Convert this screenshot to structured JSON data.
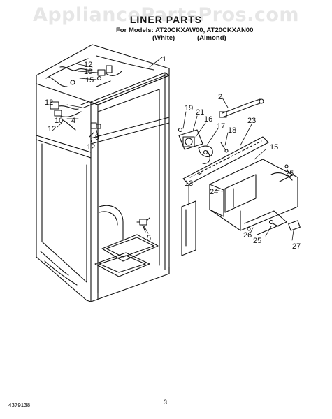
{
  "watermark": "AppliancePartsPros.com",
  "header": {
    "title": "LINER PARTS",
    "models": "For Models: AT20CKXAW00, AT20CKXAN00",
    "color_white": "(White)",
    "color_almond": "(Almond)"
  },
  "callouts": {
    "c1": "1",
    "c2": "2",
    "c4": "4",
    "c5": "5",
    "c9": "9",
    "c10a": "10",
    "c10b": "10",
    "c12a": "12",
    "c12b": "12",
    "c12c": "12",
    "c12d": "12",
    "c13": "13",
    "c15a": "15",
    "c15b": "15",
    "c16": "16",
    "c17": "17",
    "c18": "18",
    "c19": "19",
    "c21": "21",
    "c23": "23",
    "c24": "24",
    "c25a": "25",
    "c25b": "25",
    "c26": "26",
    "c27": "27"
  },
  "footer": {
    "doc_number": "4379138",
    "page_number": "3"
  }
}
